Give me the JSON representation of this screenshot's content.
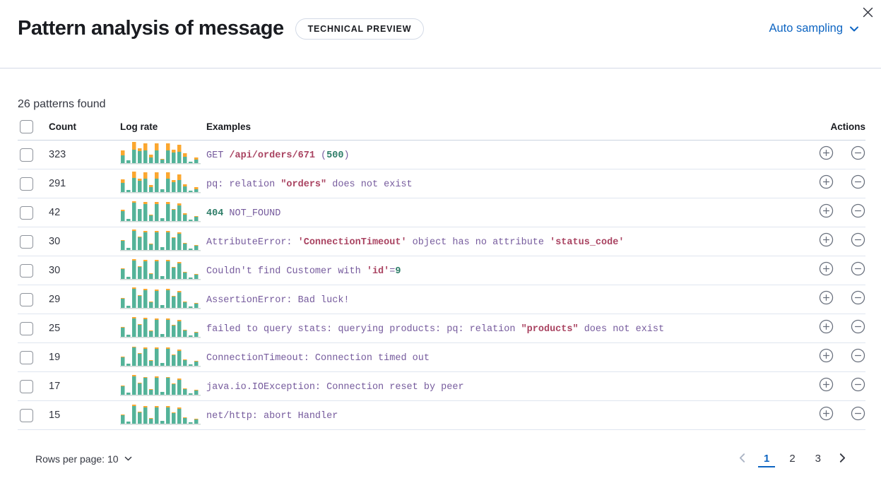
{
  "colors": {
    "accent": "#0E65C2",
    "border": "#D3DAE6",
    "code_purple": "#765B9D",
    "code_red": "#A94361",
    "code_green": "#2E7D68",
    "bar_green": "#54B399",
    "bar_orange": "#FBA730",
    "baseline": "#CDD8D5",
    "icon_gray": "#69707D"
  },
  "header": {
    "title": "Pattern analysis of message",
    "badge": "TECHNICAL PREVIEW",
    "sampling_label": "Auto sampling"
  },
  "summary": "26 patterns found",
  "table": {
    "columns": [
      "Count",
      "Log rate",
      "Examples",
      "Actions"
    ],
    "rows": [
      {
        "count": "323",
        "spark": [
          [
            11,
            7
          ],
          [
            4,
            0
          ],
          [
            19,
            11
          ],
          [
            17,
            4
          ],
          [
            18,
            10
          ],
          [
            8,
            4
          ],
          [
            18,
            10
          ],
          [
            5,
            1
          ],
          [
            18,
            10
          ],
          [
            15,
            4
          ],
          [
            16,
            10
          ],
          [
            9,
            5
          ],
          [
            2,
            0
          ],
          [
            5,
            3
          ]
        ],
        "example": [
          {
            "t": "GET ",
            "c": "purple"
          },
          {
            "t": "/api/orders/671",
            "c": "red"
          },
          {
            "t": " (",
            "c": "purple"
          },
          {
            "t": "500",
            "c": "green"
          },
          {
            "t": ")",
            "c": "purple"
          }
        ]
      },
      {
        "count": "291",
        "spark": [
          [
            13,
            5
          ],
          [
            3,
            0
          ],
          [
            20,
            9
          ],
          [
            16,
            3
          ],
          [
            19,
            9
          ],
          [
            7,
            3
          ],
          [
            19,
            9
          ],
          [
            4,
            0
          ],
          [
            19,
            9
          ],
          [
            14,
            3
          ],
          [
            17,
            8
          ],
          [
            8,
            3
          ],
          [
            2,
            0
          ],
          [
            4,
            3
          ]
        ],
        "example": [
          {
            "t": "pq: relation ",
            "c": "purple"
          },
          {
            "t": "\"orders\"",
            "c": "red"
          },
          {
            "t": " does not exist",
            "c": "purple"
          }
        ]
      },
      {
        "count": "42",
        "spark": [
          [
            14,
            2
          ],
          [
            3,
            0
          ],
          [
            26,
            2
          ],
          [
            17,
            0
          ],
          [
            24,
            3
          ],
          [
            8,
            1
          ],
          [
            24,
            3
          ],
          [
            4,
            0
          ],
          [
            24,
            3
          ],
          [
            16,
            1
          ],
          [
            22,
            3
          ],
          [
            9,
            2
          ],
          [
            2,
            0
          ],
          [
            6,
            1
          ]
        ],
        "example": [
          {
            "t": "404",
            "c": "green"
          },
          {
            "t": " NOT_FOUND",
            "c": "purple"
          }
        ]
      },
      {
        "count": "30",
        "spark": [
          [
            13,
            1
          ],
          [
            3,
            0
          ],
          [
            27,
            2
          ],
          [
            18,
            1
          ],
          [
            25,
            2
          ],
          [
            8,
            1
          ],
          [
            25,
            2
          ],
          [
            4,
            0
          ],
          [
            25,
            2
          ],
          [
            17,
            1
          ],
          [
            23,
            2
          ],
          [
            9,
            1
          ],
          [
            2,
            0
          ],
          [
            6,
            1
          ]
        ],
        "example": [
          {
            "t": "AttributeError: ",
            "c": "purple"
          },
          {
            "t": "'ConnectionTimeout'",
            "c": "red"
          },
          {
            "t": " object has no attribute ",
            "c": "purple"
          },
          {
            "t": "'status_code'",
            "c": "red"
          }
        ]
      },
      {
        "count": "30",
        "spark": [
          [
            14,
            1
          ],
          [
            3,
            0
          ],
          [
            26,
            2
          ],
          [
            17,
            1
          ],
          [
            25,
            2
          ],
          [
            7,
            1
          ],
          [
            25,
            2
          ],
          [
            4,
            0
          ],
          [
            25,
            2
          ],
          [
            16,
            1
          ],
          [
            22,
            2
          ],
          [
            9,
            1
          ],
          [
            2,
            0
          ],
          [
            6,
            1
          ]
        ],
        "example": [
          {
            "t": "Couldn't find Customer with ",
            "c": "purple"
          },
          {
            "t": "'id'",
            "c": "red"
          },
          {
            "t": "=",
            "c": "purple"
          },
          {
            "t": "9",
            "c": "green"
          }
        ]
      },
      {
        "count": "29",
        "spark": [
          [
            13,
            1
          ],
          [
            3,
            0
          ],
          [
            27,
            2
          ],
          [
            17,
            1
          ],
          [
            25,
            2
          ],
          [
            8,
            1
          ],
          [
            24,
            2
          ],
          [
            4,
            0
          ],
          [
            25,
            2
          ],
          [
            16,
            1
          ],
          [
            22,
            2
          ],
          [
            8,
            1
          ],
          [
            2,
            0
          ],
          [
            6,
            1
          ]
        ],
        "example": [
          {
            "t": "AssertionError: Bad luck!",
            "c": "purple"
          }
        ]
      },
      {
        "count": "25",
        "spark": [
          [
            13,
            1
          ],
          [
            3,
            0
          ],
          [
            26,
            2
          ],
          [
            17,
            1
          ],
          [
            25,
            2
          ],
          [
            8,
            1
          ],
          [
            24,
            2
          ],
          [
            4,
            0
          ],
          [
            24,
            2
          ],
          [
            16,
            1
          ],
          [
            22,
            2
          ],
          [
            9,
            1
          ],
          [
            2,
            0
          ],
          [
            6,
            1
          ]
        ],
        "example": [
          {
            "t": "failed to query stats: querying products: pq: relation ",
            "c": "purple"
          },
          {
            "t": "\"products\"",
            "c": "red"
          },
          {
            "t": " does not exist",
            "c": "purple"
          }
        ]
      },
      {
        "count": "19",
        "spark": [
          [
            12,
            1
          ],
          [
            3,
            0
          ],
          [
            26,
            1
          ],
          [
            17,
            1
          ],
          [
            24,
            2
          ],
          [
            7,
            1
          ],
          [
            24,
            2
          ],
          [
            4,
            0
          ],
          [
            24,
            2
          ],
          [
            15,
            1
          ],
          [
            21,
            2
          ],
          [
            8,
            1
          ],
          [
            2,
            0
          ],
          [
            6,
            1
          ]
        ],
        "example": [
          {
            "t": "ConnectionTimeout: Connection timed out",
            "c": "purple"
          }
        ]
      },
      {
        "count": "17",
        "spark": [
          [
            12,
            1
          ],
          [
            3,
            0
          ],
          [
            26,
            2
          ],
          [
            16,
            1
          ],
          [
            24,
            1
          ],
          [
            7,
            1
          ],
          [
            24,
            2
          ],
          [
            4,
            0
          ],
          [
            24,
            1
          ],
          [
            15,
            1
          ],
          [
            21,
            2
          ],
          [
            8,
            1
          ],
          [
            2,
            0
          ],
          [
            6,
            1
          ]
        ],
        "example": [
          {
            "t": "java.io.IOException: Connection reset by peer",
            "c": "purple"
          }
        ]
      },
      {
        "count": "15",
        "spark": [
          [
            12,
            1
          ],
          [
            3,
            0
          ],
          [
            25,
            2
          ],
          [
            16,
            1
          ],
          [
            23,
            2
          ],
          [
            7,
            1
          ],
          [
            23,
            2
          ],
          [
            4,
            0
          ],
          [
            23,
            2
          ],
          [
            15,
            1
          ],
          [
            21,
            2
          ],
          [
            8,
            1
          ],
          [
            2,
            0
          ],
          [
            6,
            1
          ]
        ],
        "example": [
          {
            "t": "net/http: abort Handler",
            "c": "purple"
          }
        ]
      }
    ]
  },
  "footer": {
    "rows_per_page_label": "Rows per page: 10",
    "pagination": {
      "pages": [
        "1",
        "2",
        "3"
      ],
      "active": "1"
    }
  }
}
